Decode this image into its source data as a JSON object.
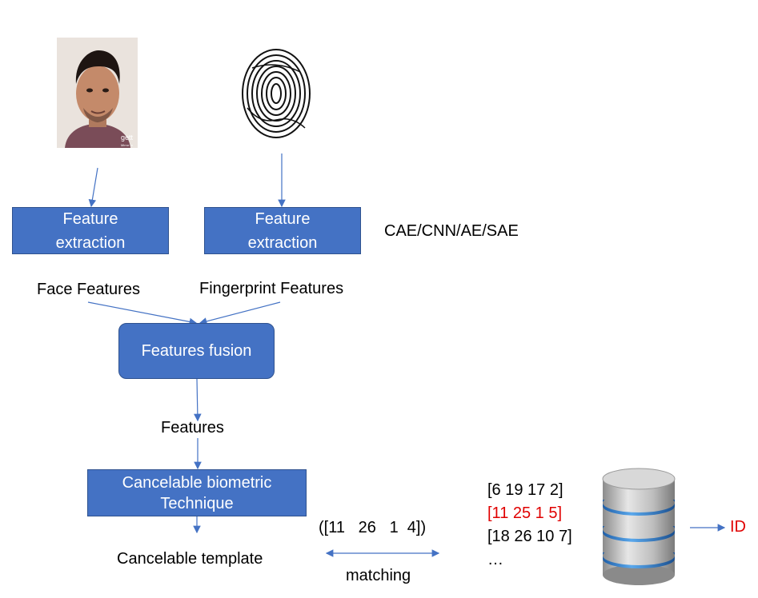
{
  "inputs": {
    "face_photo_watermark": "gett",
    "face_photo_caption": "Mirror In"
  },
  "boxes": {
    "face_extraction": [
      "Feature",
      "extraction"
    ],
    "fingerprint_extraction": [
      "Feature",
      "extraction"
    ],
    "fusion": "Features fusion",
    "cancelable": [
      "Cancelable biometric",
      "Technique"
    ]
  },
  "labels": {
    "method": "CAE/CNN/AE/SAE",
    "face_features": "Face Features",
    "fingerprint_features": "Fingerprint Features",
    "features": "Features",
    "cancelable_template": "Cancelable template",
    "template_vector": "([11   26   1  4])",
    "matching": "matching",
    "id": "ID"
  },
  "database_records": [
    {
      "text": "[6 19 17 2]",
      "highlight": false
    },
    {
      "text": "[11 25 1 5]",
      "highlight": true
    },
    {
      "text": "[18 26 10 7]",
      "highlight": false
    },
    {
      "text": "…",
      "highlight": false
    }
  ],
  "colors": {
    "box_fill": "#4472c4",
    "arrow": "#4472c4",
    "highlight": "#e00000"
  }
}
